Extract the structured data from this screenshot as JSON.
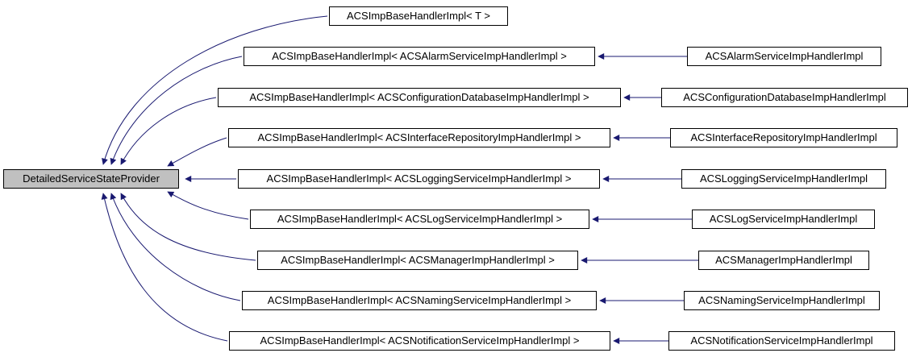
{
  "diagram": {
    "type": "inheritance-graph",
    "root": {
      "label": "DetailedServiceStateProvider"
    },
    "colors": {
      "edge": "#191970",
      "border": "#000000",
      "node_fill": "#ffffff",
      "root_fill": "#c0c0c0"
    },
    "rows": [
      {
        "mid": "ACSImpBaseHandlerImpl< T >",
        "right": null
      },
      {
        "mid": "ACSImpBaseHandlerImpl< ACSAlarmServiceImpHandlerImpl >",
        "right": "ACSAlarmServiceImpHandlerImpl"
      },
      {
        "mid": "ACSImpBaseHandlerImpl< ACSConfigurationDatabaseImpHandlerImpl >",
        "right": "ACSConfigurationDatabaseImpHandlerImpl"
      },
      {
        "mid": "ACSImpBaseHandlerImpl< ACSInterfaceRepositoryImpHandlerImpl >",
        "right": "ACSInterfaceRepositoryImpHandlerImpl"
      },
      {
        "mid": "ACSImpBaseHandlerImpl< ACSLoggingServiceImpHandlerImpl >",
        "right": "ACSLoggingServiceImpHandlerImpl"
      },
      {
        "mid": "ACSImpBaseHandlerImpl< ACSLogServiceImpHandlerImpl >",
        "right": "ACSLogServiceImpHandlerImpl"
      },
      {
        "mid": "ACSImpBaseHandlerImpl< ACSManagerImpHandlerImpl >",
        "right": "ACSManagerImpHandlerImpl"
      },
      {
        "mid": "ACSImpBaseHandlerImpl< ACSNamingServiceImpHandlerImpl >",
        "right": "ACSNamingServiceImpHandlerImpl"
      },
      {
        "mid": "ACSImpBaseHandlerImpl< ACSNotificationServiceImpHandlerImpl >",
        "right": "ACSNotificationServiceImpHandlerImpl"
      }
    ],
    "edges": [
      {
        "from": "ACSImpBaseHandlerImpl< T >",
        "to": "DetailedServiceStateProvider"
      },
      {
        "from": "ACSImpBaseHandlerImpl< ACSAlarmServiceImpHandlerImpl >",
        "to": "DetailedServiceStateProvider"
      },
      {
        "from": "ACSImpBaseHandlerImpl< ACSConfigurationDatabaseImpHandlerImpl >",
        "to": "DetailedServiceStateProvider"
      },
      {
        "from": "ACSImpBaseHandlerImpl< ACSInterfaceRepositoryImpHandlerImpl >",
        "to": "DetailedServiceStateProvider"
      },
      {
        "from": "ACSImpBaseHandlerImpl< ACSLoggingServiceImpHandlerImpl >",
        "to": "DetailedServiceStateProvider"
      },
      {
        "from": "ACSImpBaseHandlerImpl< ACSLogServiceImpHandlerImpl >",
        "to": "DetailedServiceStateProvider"
      },
      {
        "from": "ACSImpBaseHandlerImpl< ACSManagerImpHandlerImpl >",
        "to": "DetailedServiceStateProvider"
      },
      {
        "from": "ACSImpBaseHandlerImpl< ACSNamingServiceImpHandlerImpl >",
        "to": "DetailedServiceStateProvider"
      },
      {
        "from": "ACSImpBaseHandlerImpl< ACSNotificationServiceImpHandlerImpl >",
        "to": "DetailedServiceStateProvider"
      },
      {
        "from": "ACSAlarmServiceImpHandlerImpl",
        "to": "ACSImpBaseHandlerImpl< ACSAlarmServiceImpHandlerImpl >"
      },
      {
        "from": "ACSConfigurationDatabaseImpHandlerImpl",
        "to": "ACSImpBaseHandlerImpl< ACSConfigurationDatabaseImpHandlerImpl >"
      },
      {
        "from": "ACSInterfaceRepositoryImpHandlerImpl",
        "to": "ACSImpBaseHandlerImpl< ACSInterfaceRepositoryImpHandlerImpl >"
      },
      {
        "from": "ACSLoggingServiceImpHandlerImpl",
        "to": "ACSImpBaseHandlerImpl< ACSLoggingServiceImpHandlerImpl >"
      },
      {
        "from": "ACSLogServiceImpHandlerImpl",
        "to": "ACSImpBaseHandlerImpl< ACSLogServiceImpHandlerImpl >"
      },
      {
        "from": "ACSManagerImpHandlerImpl",
        "to": "ACSImpBaseHandlerImpl< ACSManagerImpHandlerImpl >"
      },
      {
        "from": "ACSNamingServiceImpHandlerImpl",
        "to": "ACSImpBaseHandlerImpl< ACSNamingServiceImpHandlerImpl >"
      },
      {
        "from": "ACSNotificationServiceImpHandlerImpl",
        "to": "ACSImpBaseHandlerImpl< ACSNotificationServiceImpHandlerImpl >"
      }
    ]
  }
}
